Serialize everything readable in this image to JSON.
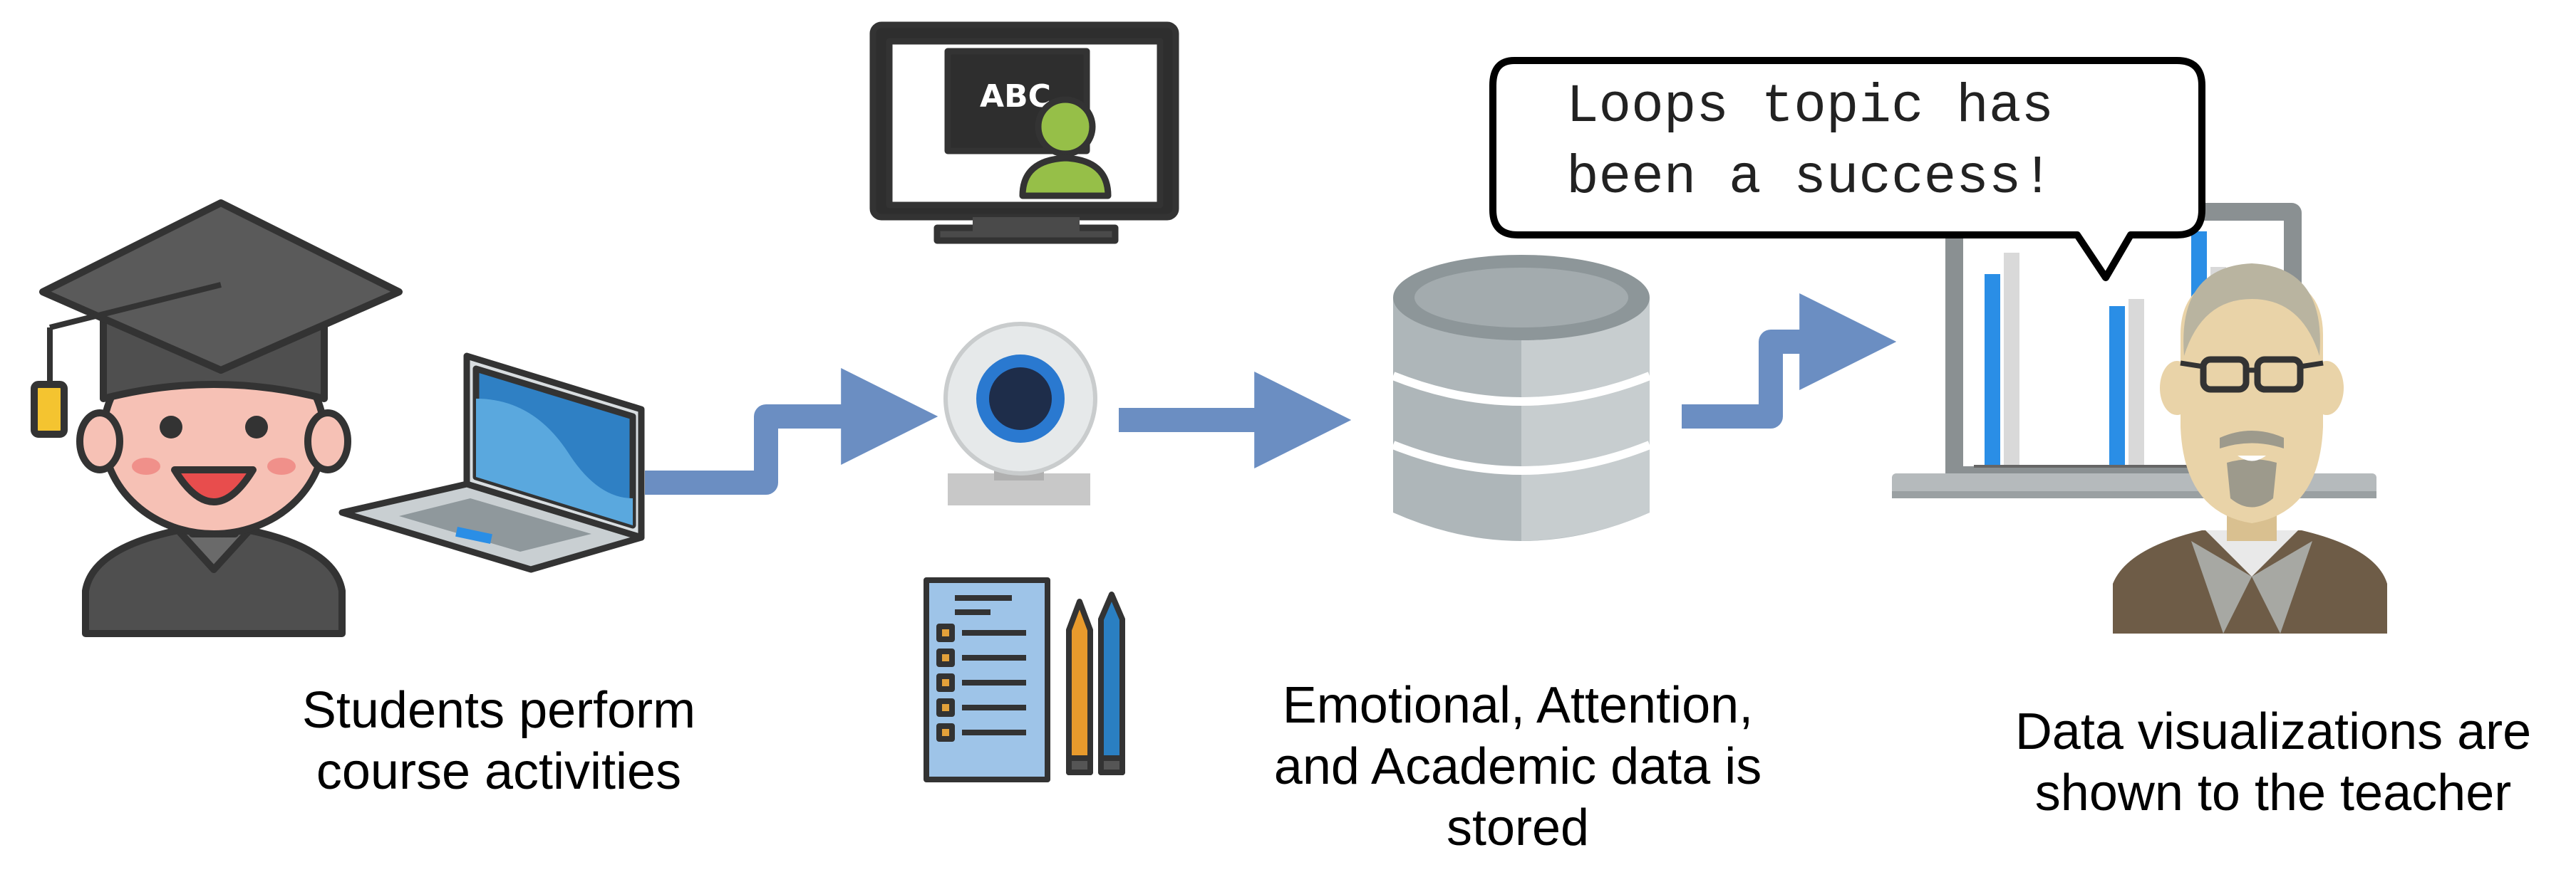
{
  "steps": {
    "students": {
      "caption_lines": [
        "Students perform",
        "course activities"
      ]
    },
    "collection": {
      "monitor_board_text": "ABC"
    },
    "storage": {
      "caption_lines": [
        "Emotional, Attention,",
        "and Academic data is",
        "stored"
      ]
    },
    "teacher": {
      "caption_lines": [
        "Data visualizations are",
        "shown to the teacher"
      ],
      "speech_lines": [
        "Loops topic has",
        "been a success!"
      ]
    }
  },
  "colors": {
    "arrow": "#6b8ec2",
    "outline": "#333333",
    "cap": "#4f4f4f",
    "skin_student": "#f6c1b5",
    "laptop_screen": "#2f80c4",
    "webcam_ring": "#2a79d0",
    "database": "#9aa3a6",
    "chart_bar_blue": "#2a8ee6",
    "chart_bar_grey": "#d9d9d9",
    "teacher_skin": "#e9d3a8",
    "teacher_hair": "#b9b4a0",
    "teacher_jacket": "#6e5c47",
    "person_green": "#96bf48",
    "checklist_paper": "#9ec4e8"
  },
  "icons": [
    "graduate-student-icon",
    "laptop-icon",
    "monitor-lesson-icon",
    "webcam-icon",
    "checklist-pencils-icon",
    "database-icon",
    "chart-laptop-icon",
    "teacher-icon"
  ]
}
